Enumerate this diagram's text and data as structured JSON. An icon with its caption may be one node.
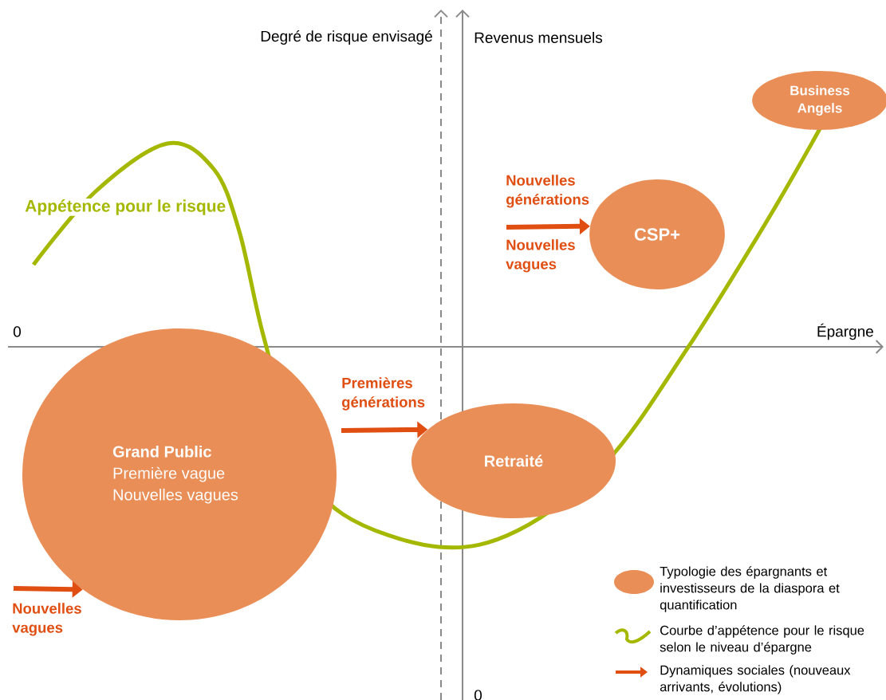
{
  "diagram": {
    "nodes": [
      {
        "text": [
          "Grand Public",
          "Première vague",
          "Nouvelles vagues"
        ]
      },
      {
        "text": [
          "Retraité"
        ]
      },
      {
        "text": [
          "CSP+"
        ]
      },
      {
        "text": [
          "Business Angels"
        ]
      }
    ],
    "edges": [
      {
        "from": null,
        "to": 0,
        "arrow": "to",
        "label": "Nouvelles vagues"
      },
      {
        "from": null,
        "to": 1,
        "arrow": "to",
        "label": "Premières générations"
      },
      {
        "from": null,
        "to": 2,
        "arrow": "to",
        "label": "Nouvelles générations"
      }
    ],
    "labels": [
      "Degré de risque envisagé",
      "Revenus mensuels",
      "Appétence pour le risque",
      "Nouvelles vagues",
      "0",
      "Épargne",
      "0"
    ],
    "legend": [
      {
        "text": "Typologie des épargnants et investisseurs de la diaspora et quantification",
        "color": "#e98e57"
      },
      {
        "text": "Courbe d’appétence pour le risque selon le niveau d’épargne"
      },
      {
        "text": "Dynamiques sociales (nouveaux arrivants, évolutions)"
      }
    ]
  }
}
